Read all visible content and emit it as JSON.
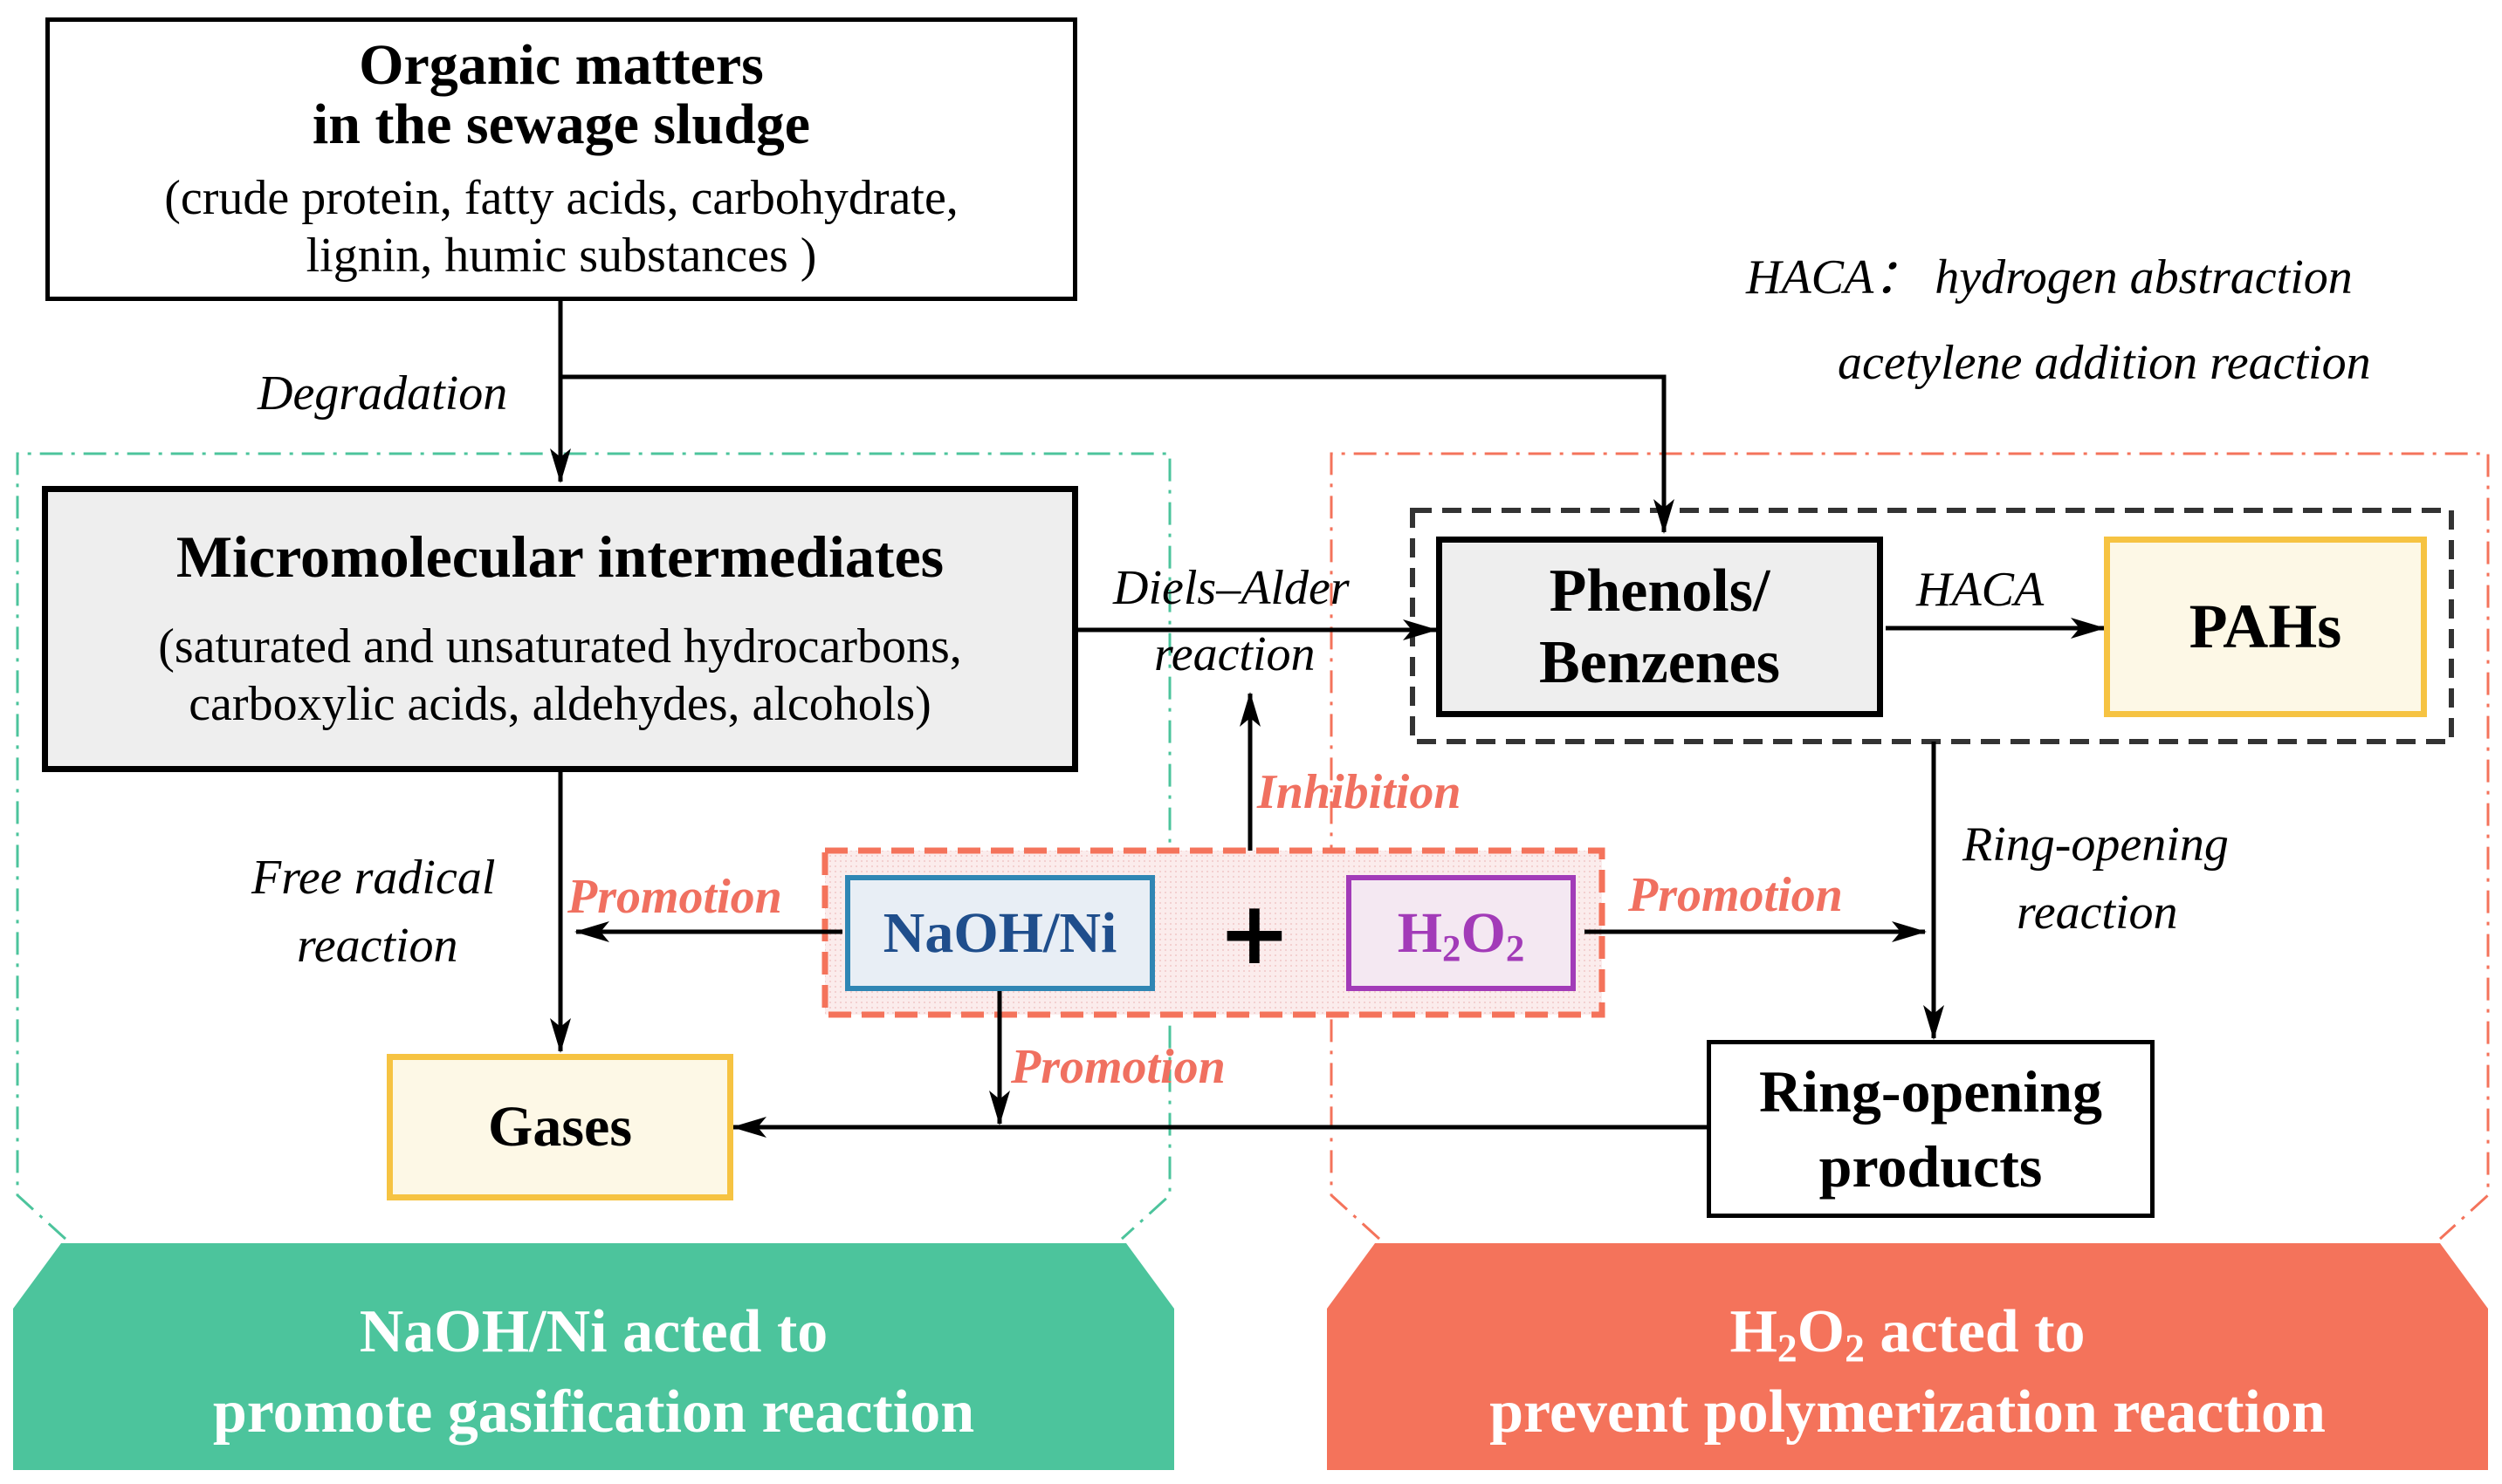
{
  "organic": {
    "title_line1": "Organic matters",
    "title_line2": "in the sewage sludge",
    "detail_line1": "(crude protein, fatty acids, carbohydrate,",
    "detail_line2": "lignin, humic substances )"
  },
  "haca_note": {
    "line1": "HACA： hydrogen abstraction",
    "line2": "acetylene addition reaction"
  },
  "labels": {
    "degradation": "Degradation",
    "diels_line1": "Diels–Alder",
    "diels_line2": "reaction",
    "haca": "HACA",
    "inhibition": "Inhibition",
    "free_line1": "Free radical",
    "free_line2": "reaction",
    "promotion_left": "Promotion",
    "promotion_right": "Promotion",
    "promotion_bottom": "Promotion",
    "ring_line1": "Ring-opening",
    "ring_line2": "reaction",
    "plus": "+"
  },
  "micro": {
    "title": "Micromolecular intermediates",
    "detail_line1": "(saturated and unsaturated hydrocarbons,",
    "detail_line2": "carboxylic acids, aldehydes, alcohols)"
  },
  "phenols": {
    "line1": "Phenols/",
    "line2": "Benzenes"
  },
  "pahs": {
    "label": "PAHs"
  },
  "naoh": {
    "label": "NaOH/Ni"
  },
  "h2o2": {
    "H": "H",
    "two1": "2",
    "O": "O",
    "two2": "2"
  },
  "gases": {
    "label": "Gases"
  },
  "ringprod": {
    "line1": "Ring-opening",
    "line2": "products"
  },
  "banner_left": {
    "line1": "NaOH/Ni acted to",
    "line2": "promote gasification reaction"
  },
  "banner_right": {
    "H": "H",
    "two1": "2",
    "O": "O",
    "two2": "2",
    "line1_rest": " acted to",
    "line2": "prevent polymerization reaction"
  },
  "colors": {
    "teal": "#4CC49C",
    "coral": "#F4735B",
    "promotion_text": "#F07060",
    "naoh_border": "#2F86B4",
    "naoh_text": "#1F4E8C",
    "h2o2_border": "#A23BB8",
    "yellow_border": "#F6C342",
    "box_fill_grey": "#EEEEEE"
  }
}
